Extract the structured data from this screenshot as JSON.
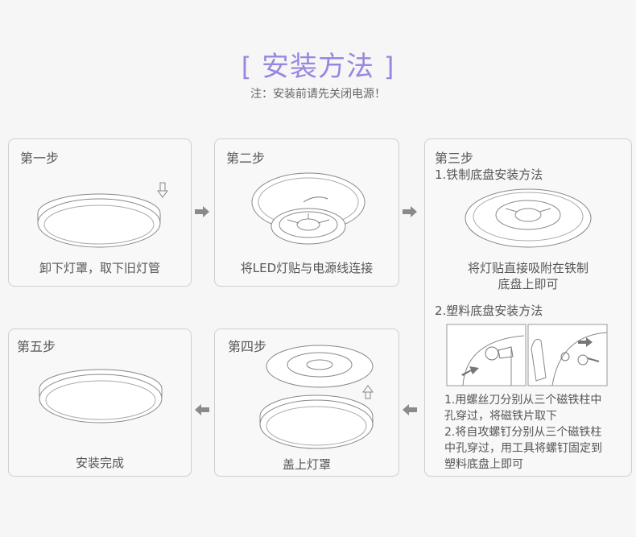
{
  "header": {
    "title_open": "[",
    "title": "安装方法",
    "title_close": "]",
    "note": "注：安装前请先关闭电源！"
  },
  "steps": {
    "s1": {
      "label": "第一步",
      "caption": "卸下灯罩，取下旧灯管"
    },
    "s2": {
      "label": "第二步",
      "caption": "将LED灯贴与电源线连接"
    },
    "s3": {
      "label": "第三步",
      "method1_title": "1.铁制底盘安装方法",
      "method1_caption_l1": "将灯贴直接吸附在铁制",
      "method1_caption_l2": "底盘上即可",
      "method2_title": "2.塑料底盘安装方法",
      "method2_line1": "1.用螺丝刀分别从三个磁铁柱中",
      "method2_line2": "孔穿过，将磁铁片取下",
      "method2_line3": "2.将自攻螺钉分别从三个磁铁柱",
      "method2_line4": "中孔穿过，用工具将螺钉固定到",
      "method2_line5": "塑料底盘上即可"
    },
    "s4": {
      "label": "第四步",
      "caption": "盖上灯罩"
    },
    "s5": {
      "label": "第五步",
      "caption": "安装完成"
    }
  },
  "colors": {
    "accent": "#9a86e0",
    "arrow": "#8a8a8a",
    "border": "#cfcfcf"
  },
  "icons": [
    "arrow-right-icon",
    "arrow-left-icon",
    "up-arrow-icon",
    "down-arrow-icon"
  ]
}
